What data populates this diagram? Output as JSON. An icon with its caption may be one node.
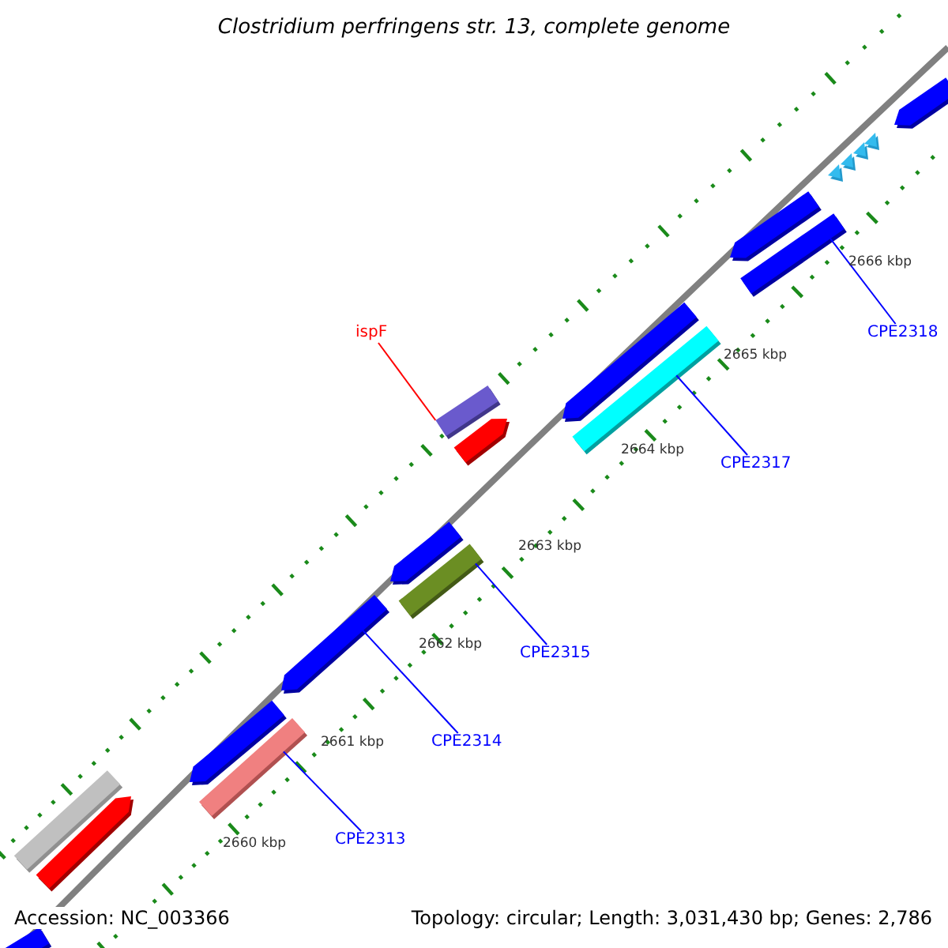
{
  "diagram": {
    "title": "Clostridium perfringens str. 13, complete genome",
    "nodes": [
      {
        "text": [
          "ispF"
        ]
      },
      {
        "text": [
          "CPE2318"
        ]
      },
      {
        "text": [
          "CPE2317"
        ]
      },
      {
        "text": [
          "CPE2315"
        ]
      },
      {
        "text": [
          "CPE2314"
        ]
      },
      {
        "text": [
          "CPE2313"
        ]
      },
      {
        "text": [],
        "shape": "bar"
      },
      {
        "text": [],
        "shape": "triangle"
      },
      {
        "text": [],
        "shape": "triangle"
      },
      {
        "text": [],
        "shape": "triangle"
      },
      {
        "text": [],
        "shape": "triangle"
      },
      {
        "text": [],
        "shape": "bar"
      },
      {
        "text": [],
        "shape": "bar"
      },
      {
        "text": [],
        "shape": "bar"
      },
      {
        "text": [],
        "shape": "bar"
      },
      {
        "text": [],
        "shape": "bar"
      },
      {
        "text": [],
        "shape": "bar"
      },
      {
        "text": [],
        "shape": "bar"
      },
      {
        "text": [],
        "shape": "bar"
      },
      {
        "text": [],
        "shape": "bar"
      },
      {
        "text": [],
        "shape": "bar"
      },
      {
        "text": [],
        "shape": "bar"
      },
      {
        "text": [],
        "shape": "bar"
      },
      {
        "text": [],
        "shape": "bar"
      },
      {
        "text": [],
        "shape": "bar"
      }
    ],
    "edges": [
      {
        "from": 0,
        "to": 15,
        "arrow": "none",
        "color": "#ff0000"
      },
      {
        "from": 1,
        "to": 12,
        "arrow": "none"
      },
      {
        "from": 2,
        "to": 14,
        "arrow": "none"
      },
      {
        "from": 3,
        "to": 18,
        "arrow": "none"
      },
      {
        "from": 4,
        "to": 19,
        "arrow": "none"
      },
      {
        "from": 5,
        "to": 21,
        "arrow": "none"
      }
    ],
    "labels": [
      "2666 kbp",
      "2665 kbp",
      "2664 kbp",
      "2663 kbp",
      "2662 kbp",
      "2661 kbp",
      "2660 kbp",
      "Accession: NC_003366",
      "Topology: circular; Length: 3,031,430 bp; Genes: 2,786"
    ]
  }
}
